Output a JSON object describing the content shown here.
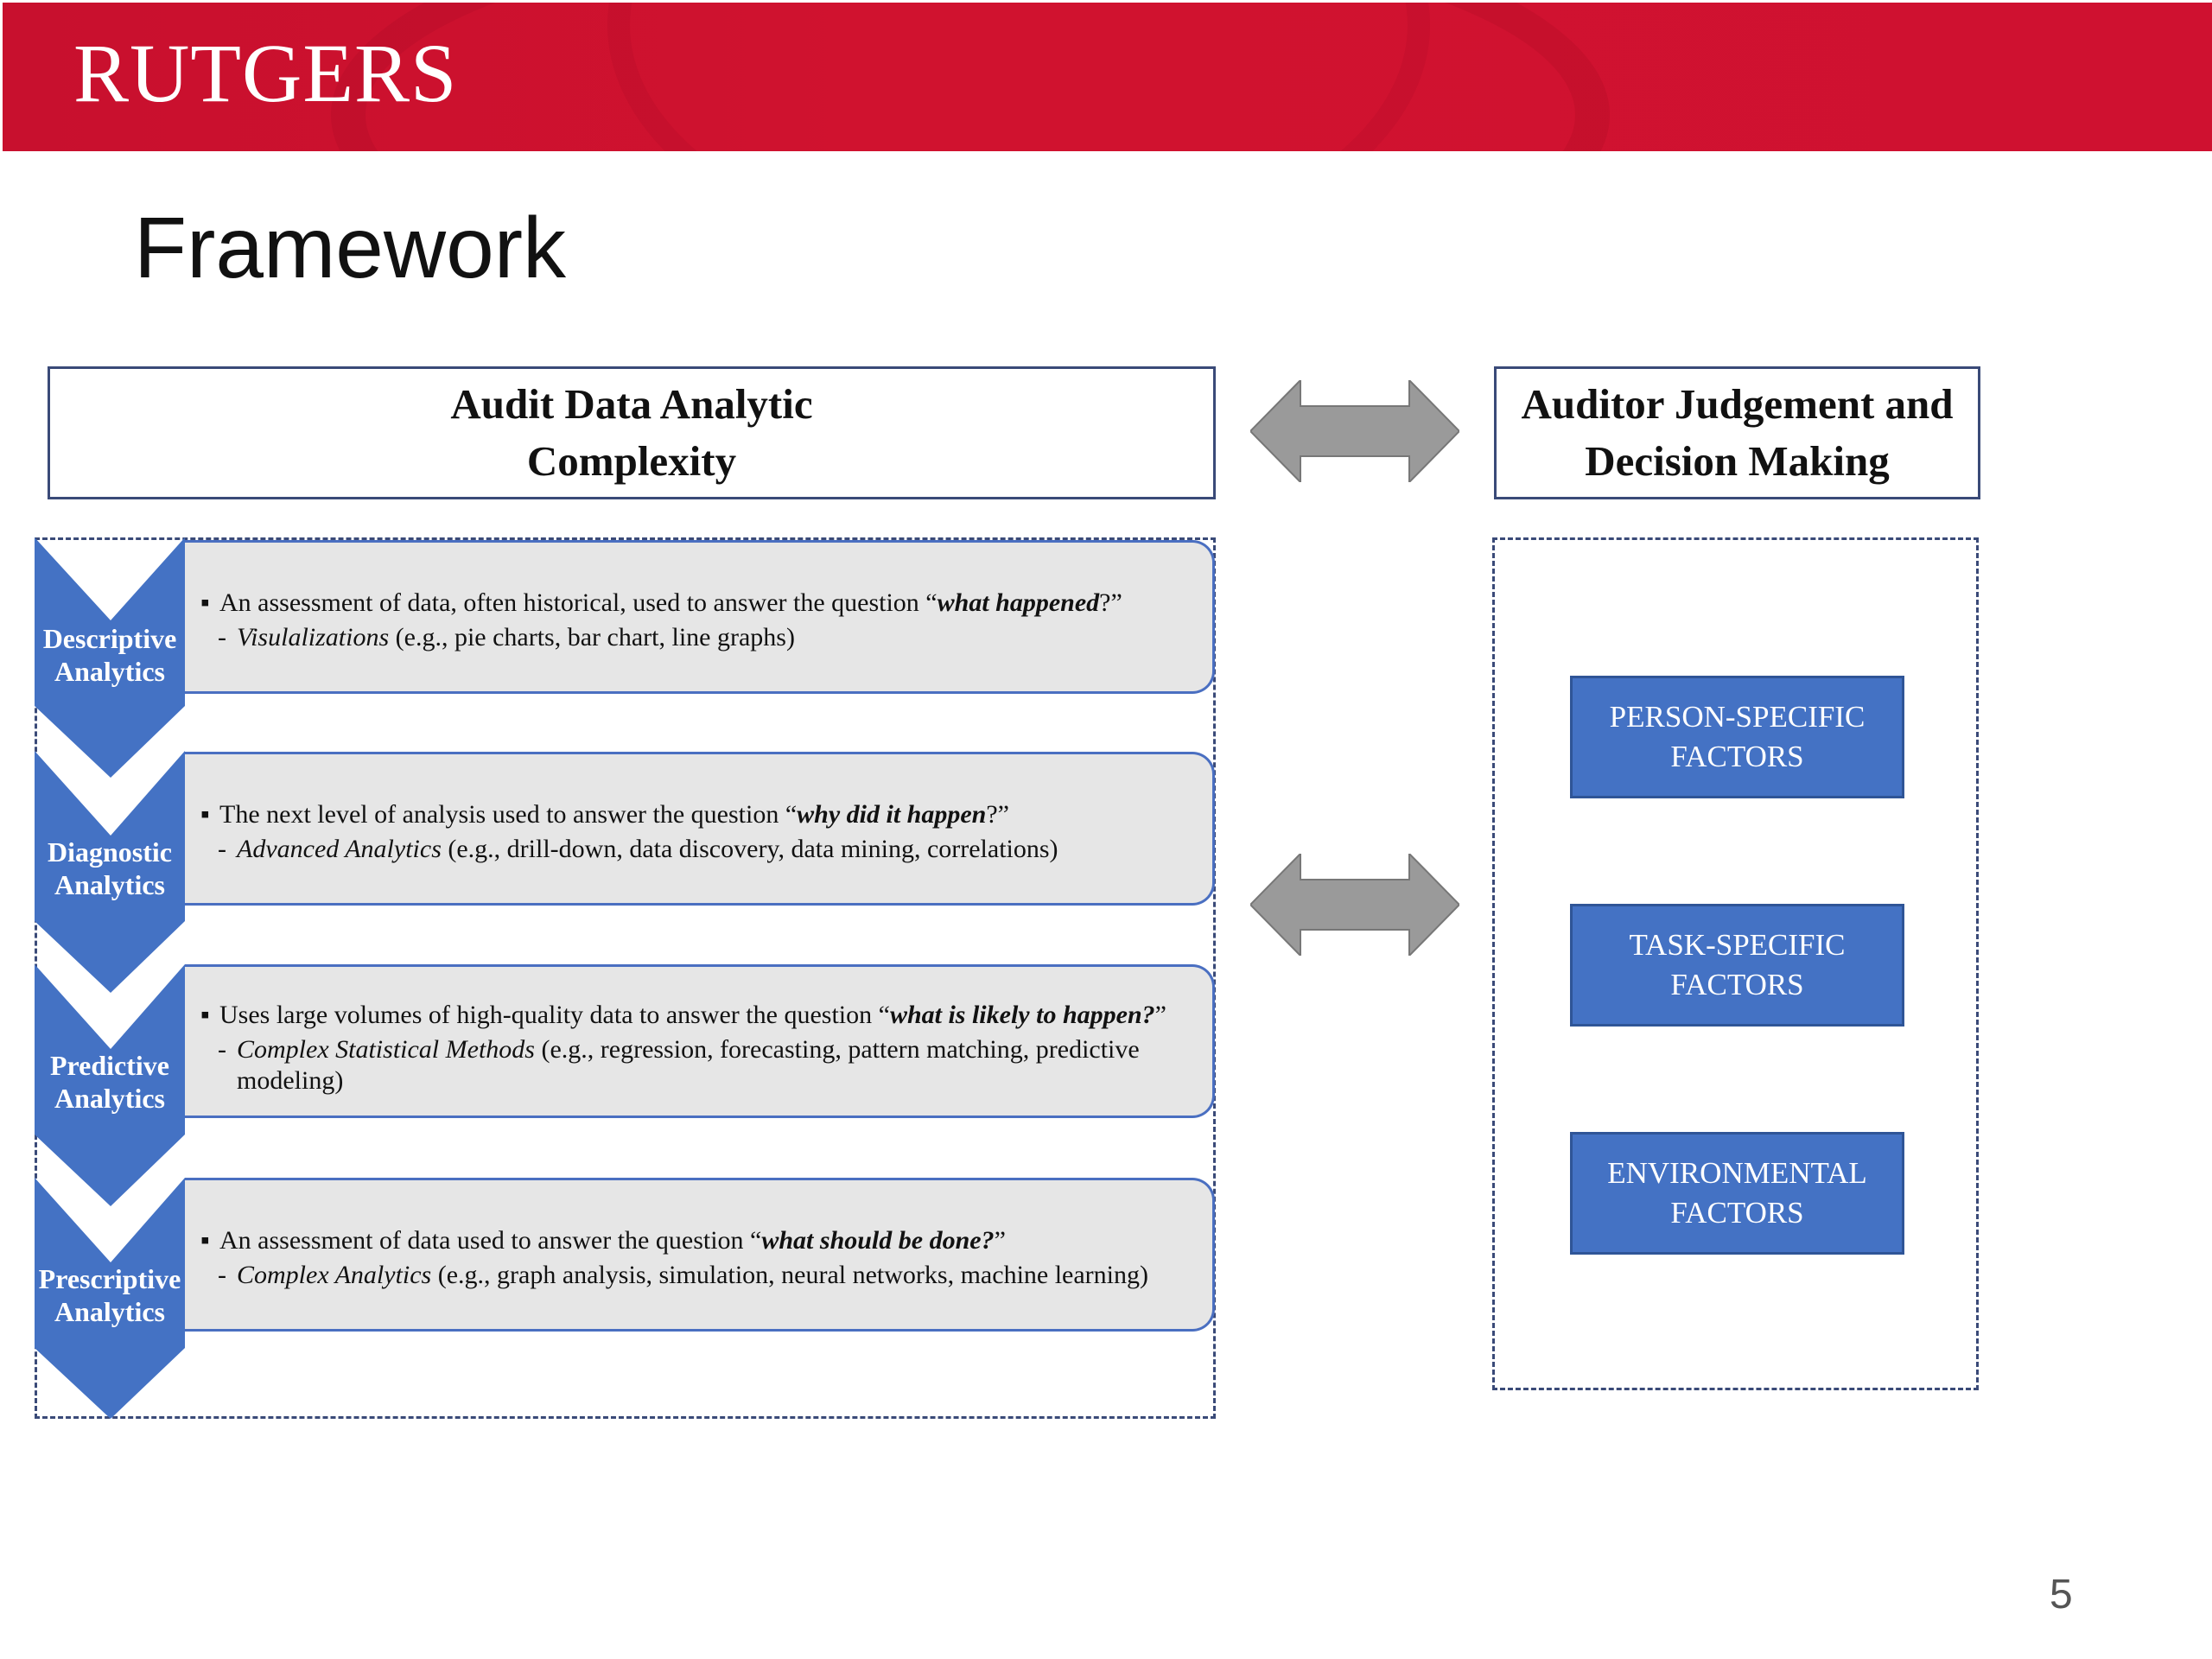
{
  "banner": {
    "logo_text": "RUTGERS",
    "color": "#cc1133"
  },
  "slide": {
    "title": "Framework",
    "page_number": "5"
  },
  "left_header": {
    "line1": "Audit Data Analytic",
    "line2": "Complexity"
  },
  "right_header": {
    "line1": "Auditor Judgement and",
    "line2": "Decision Making"
  },
  "steps": [
    {
      "label_line1": "Descriptive",
      "label_line2": "Analytics",
      "bullet_text": "An assessment of data, often historical, used to answer the question “",
      "bullet_question": "what happened",
      "bullet_end": "?”",
      "sub_prefix": "-",
      "sub_italic": "Visulalizations",
      "sub_text": " (e.g., pie charts, bar chart, line graphs)"
    },
    {
      "label_line1": "Diagnostic",
      "label_line2": "Analytics",
      "bullet_text": "The next level of analysis used to answer the question “",
      "bullet_question": "why did it happen",
      "bullet_end": "?”",
      "sub_prefix": "-",
      "sub_italic": "Advanced Analytics",
      "sub_text": " (e.g., drill-down, data discovery, data mining, correlations)"
    },
    {
      "label_line1": "Predictive",
      "label_line2": "Analytics",
      "bullet_text": "Uses large volumes of high-quality data to answer the question “",
      "bullet_question": "what is likely to happen?",
      "bullet_end": "”",
      "sub_prefix": "-",
      "sub_italic": "Complex Statistical Methods",
      "sub_text": " (e.g., regression, forecasting, pattern matching, predictive modeling)"
    },
    {
      "label_line1": "Prescriptive",
      "label_line2": "Analytics",
      "bullet_text": "An assessment of data used to answer the question “",
      "bullet_question": "what should be done?",
      "bullet_end": "”",
      "sub_prefix": "-",
      "sub_italic": "Complex Analytics",
      "sub_text": " (e.g., graph analysis, simulation, neural networks, machine learning)"
    }
  ],
  "factors": [
    {
      "line1": "PERSON-SPECIFIC",
      "line2": "FACTORS"
    },
    {
      "line1": "TASK-SPECIFIC",
      "line2": "FACTORS"
    },
    {
      "line1": "ENVIRONMENTAL",
      "line2": "FACTORS"
    }
  ],
  "colors": {
    "chevron_blue": "#4472c4",
    "factor_blue": "#4472c4",
    "step_box_fill": "#e6e6e6",
    "arrow_gray": "#9a9a9a"
  }
}
